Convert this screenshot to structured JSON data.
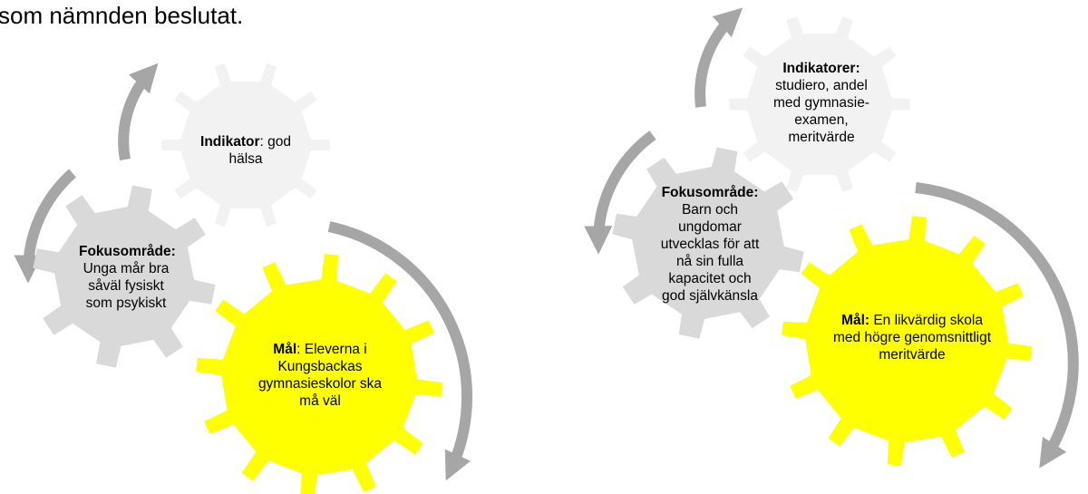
{
  "intro_text": "som nämnden beslutat.",
  "colors": {
    "gear_light": "#f2f2f2",
    "gear_medium": "#d9d9d9",
    "gear_goal": "#ffff00",
    "arrow": "#a6a6a6"
  },
  "diagrams": [
    {
      "indicator": {
        "heading": "Indikator",
        "text": ": god hälsa"
      },
      "focus": {
        "heading": "Fokusområde:",
        "text": "Unga mår bra såväl fysiskt som psykiskt"
      },
      "goal": {
        "heading": "Mål",
        "text": ": Eleverna i Kungsbackas gymnasieskolor ska må väl"
      }
    },
    {
      "indicator": {
        "heading": "Indikatorer:",
        "text": "studiero, andel med gymnasie-examen, meritvärde"
      },
      "focus": {
        "heading": "Fokusområde:",
        "text": "Barn och ungdomar utvecklas för att nå sin fulla kapacitet och god självkänsla"
      },
      "goal": {
        "heading": "Mål:",
        "text": "En likvärdig skola med högre genomsnittligt meritvärde"
      }
    }
  ]
}
